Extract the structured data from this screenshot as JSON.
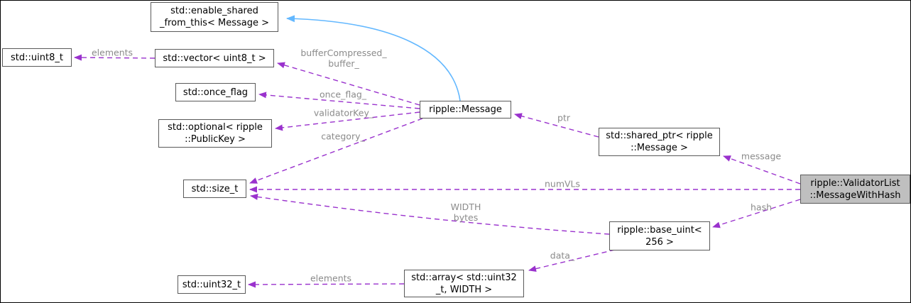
{
  "colors": {
    "page_background": "#ffffff",
    "node_background": "#ffffff",
    "node_border": "#5a5a5a",
    "node_text": "#000000",
    "highlight_background": "#bfbfbf",
    "edge_usage": "#9a32cd",
    "edge_inheritance": "#63b8ff",
    "edge_label_text": "#8b8b8b"
  },
  "nodes": [
    {
      "id": "enable-shared-from-this",
      "label": "std::enable_shared\n_from_this< Message >"
    },
    {
      "id": "uint8-t",
      "label": "std::uint8_t"
    },
    {
      "id": "vector-uint8-t",
      "label": "std::vector< uint8_t >"
    },
    {
      "id": "once-flag",
      "label": "std::once_flag"
    },
    {
      "id": "optional-publickey",
      "label": "std::optional< ripple\n::PublicKey >"
    },
    {
      "id": "ripple-message",
      "label": "ripple::Message"
    },
    {
      "id": "shared-ptr-message",
      "label": "std::shared_ptr< ripple\n::Message >"
    },
    {
      "id": "validatorlist-messagewithhash",
      "label": "ripple::ValidatorList\n::MessageWithHash",
      "highlighted": true
    },
    {
      "id": "size-t",
      "label": "std::size_t"
    },
    {
      "id": "base-uint-256",
      "label": "ripple::base_uint<\n256 >"
    },
    {
      "id": "uint32-t",
      "label": "std::uint32_t"
    },
    {
      "id": "array-uint32-width",
      "label": "std::array< std::uint32\n_t, WIDTH >"
    }
  ],
  "edge_labels": [
    {
      "id": "elements-top",
      "label": "elements"
    },
    {
      "id": "buffer",
      "label": "bufferCompressed_\nbuffer_"
    },
    {
      "id": "once-flag",
      "label": "once_flag_"
    },
    {
      "id": "validator-key",
      "label": "validatorKey_"
    },
    {
      "id": "category",
      "label": "category_"
    },
    {
      "id": "ptr",
      "label": "ptr"
    },
    {
      "id": "message",
      "label": "message"
    },
    {
      "id": "num-vls",
      "label": "numVLs"
    },
    {
      "id": "width-bytes",
      "label": "WIDTH\nbytes"
    },
    {
      "id": "hash",
      "label": "hash"
    },
    {
      "id": "data",
      "label": "data_"
    },
    {
      "id": "elements-bottom",
      "label": "elements"
    }
  ]
}
